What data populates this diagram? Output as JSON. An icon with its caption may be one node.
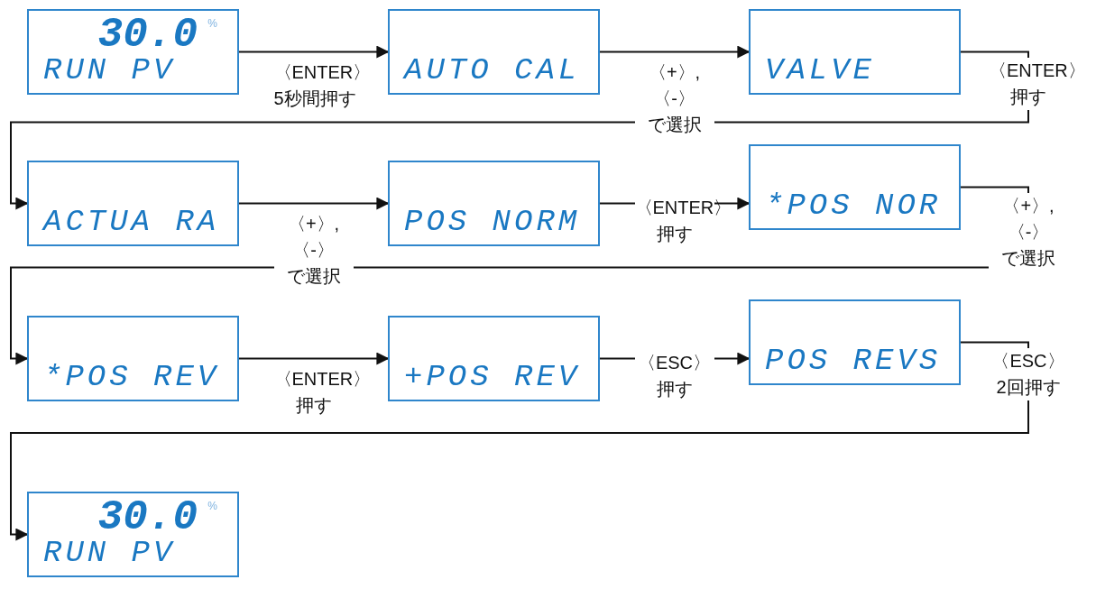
{
  "diagram": {
    "nodes": [
      {
        "text": [
          "30.0",
          "%",
          "RUN PV"
        ]
      },
      {
        "text": [
          "AUTO CAL"
        ]
      },
      {
        "text": [
          "VALVE"
        ]
      },
      {
        "text": [
          "ACTUA RA"
        ]
      },
      {
        "text": [
          "POS NORM"
        ]
      },
      {
        "text": [
          "*POS NOR"
        ]
      },
      {
        "text": [
          "*POS REV"
        ]
      },
      {
        "text": [
          "+POS REV"
        ]
      },
      {
        "text": [
          "POS REVS"
        ]
      },
      {
        "text": [
          "30.0",
          "%",
          "RUN PV"
        ]
      }
    ],
    "edges": [
      {
        "from": 0,
        "to": 1,
        "arrow": "to",
        "label": "〈ENTER〉5秒間押す"
      },
      {
        "from": 1,
        "to": 2,
        "arrow": "to",
        "label": "〈+〉,〈-〉で選択"
      },
      {
        "from": 2,
        "to": 3,
        "arrow": "to",
        "label": "〈ENTER〉押す"
      },
      {
        "from": 3,
        "to": 4,
        "arrow": "to",
        "label": "〈+〉,〈-〉で選択"
      },
      {
        "from": 4,
        "to": 5,
        "arrow": "to",
        "label": "〈ENTER〉押す"
      },
      {
        "from": 5,
        "to": 6,
        "arrow": "to",
        "label": "〈+〉,〈-〉で選択"
      },
      {
        "from": 6,
        "to": 7,
        "arrow": "to",
        "label": "〈ENTER〉押す"
      },
      {
        "from": 7,
        "to": 8,
        "arrow": "to",
        "label": "〈ESC〉押す"
      },
      {
        "from": 8,
        "to": 9,
        "arrow": "to",
        "label": "〈ESC〉2回押す"
      }
    ]
  }
}
